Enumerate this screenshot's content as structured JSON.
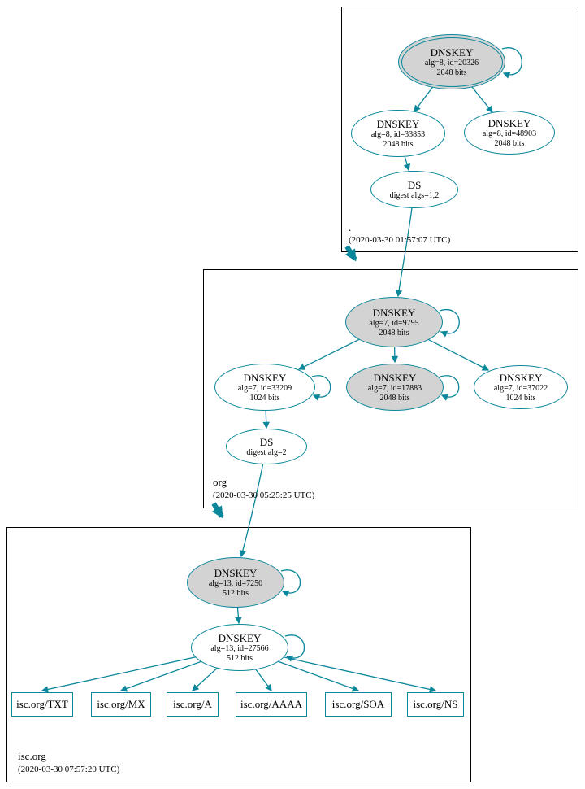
{
  "palette": {
    "teal": "#0a879a",
    "node_fill_gray": "#d3d3d3",
    "node_fill_white": "#ffffff",
    "zone_border": "#000000"
  },
  "zones": [
    {
      "label": ".",
      "timestamp": "(2020-03-30 01:57:07 UTC)",
      "nodes": {
        "ksk": {
          "title": "DNSKEY",
          "detail": "alg=8, id=20326",
          "bits": "2048 bits"
        },
        "zsk1": {
          "title": "DNSKEY",
          "detail": "alg=8, id=33853",
          "bits": "2048 bits"
        },
        "zsk2": {
          "title": "DNSKEY",
          "detail": "alg=8, id=48903",
          "bits": "2048 bits"
        },
        "ds": {
          "title": "DS",
          "detail": "digest algs=1,2"
        }
      }
    },
    {
      "label": "org",
      "timestamp": "(2020-03-30 05:25:25 UTC)",
      "nodes": {
        "ksk": {
          "title": "DNSKEY",
          "detail": "alg=7, id=9795",
          "bits": "2048 bits"
        },
        "zsk1": {
          "title": "DNSKEY",
          "detail": "alg=7, id=33209",
          "bits": "1024 bits"
        },
        "ksk2": {
          "title": "DNSKEY",
          "detail": "alg=7, id=17883",
          "bits": "2048 bits"
        },
        "zsk2": {
          "title": "DNSKEY",
          "detail": "alg=7, id=37022",
          "bits": "1024 bits"
        },
        "ds": {
          "title": "DS",
          "detail": "digest alg=2"
        }
      }
    },
    {
      "label": "isc.org",
      "timestamp": "(2020-03-30 07:57:20 UTC)",
      "nodes": {
        "ksk": {
          "title": "DNSKEY",
          "detail": "alg=13, id=7250",
          "bits": "512 bits"
        },
        "zsk": {
          "title": "DNSKEY",
          "detail": "alg=13, id=27566",
          "bits": "512 bits"
        },
        "rrsets": [
          {
            "label": "isc.org/TXT"
          },
          {
            "label": "isc.org/MX"
          },
          {
            "label": "isc.org/A"
          },
          {
            "label": "isc.org/AAAA"
          },
          {
            "label": "isc.org/SOA"
          },
          {
            "label": "isc.org/NS"
          }
        ]
      }
    }
  ]
}
